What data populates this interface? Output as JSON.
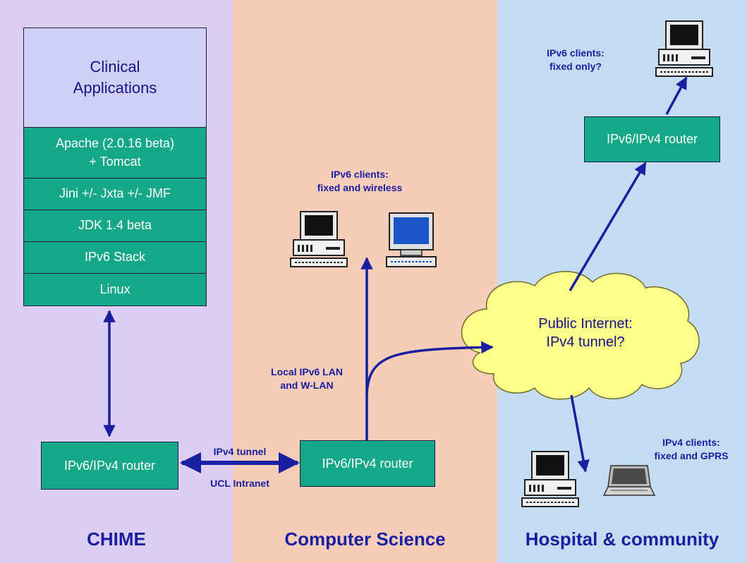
{
  "zones": {
    "chime": "CHIME",
    "cs": "Computer Science",
    "hospital": "Hospital & community"
  },
  "stack": {
    "top_line1": "Clinical",
    "top_line2": "Applications",
    "layers": [
      [
        "Apache (2.0.16 beta)",
        "+ Tomcat"
      ],
      [
        "Jini +/- Jxta +/- JMF"
      ],
      [
        "JDK 1.4 beta"
      ],
      [
        "IPv6 Stack"
      ],
      [
        "Linux"
      ]
    ]
  },
  "routers": {
    "chime": "IPv6/IPv4 router",
    "cs": "IPv6/IPv4 router",
    "hospital": "IPv6/IPv4 router"
  },
  "links": {
    "tunnel": "IPv4 tunnel",
    "intranet": "UCL Intranet",
    "lan_line1": "Local IPv6 LAN",
    "lan_line2": "and W-LAN"
  },
  "cloud": {
    "line1": "Public Internet:",
    "line2": "IPv4 tunnel?"
  },
  "notes": {
    "cs_clients_line1": "IPv6 clients:",
    "cs_clients_line2": "fixed and wireless",
    "hosp_fixed_line1": "IPv6 clients:",
    "hosp_fixed_line2": "fixed only?",
    "hosp_v4_line1": "IPv4 clients:",
    "hosp_v4_line2": "fixed and GPRS"
  },
  "colors": {
    "chime_bg": "#dccdf2",
    "cs_bg": "#f6cdb8",
    "hospital_bg": "#c5dcf3",
    "box_green": "#14a888",
    "box_lavender": "#d0d0f7",
    "arrow_navy": "#1a1ea0",
    "cloud_yellow": "#ffff8c"
  },
  "icons": [
    "desktop-computer-icon",
    "wireless-terminal-icon",
    "laptop-icon"
  ]
}
